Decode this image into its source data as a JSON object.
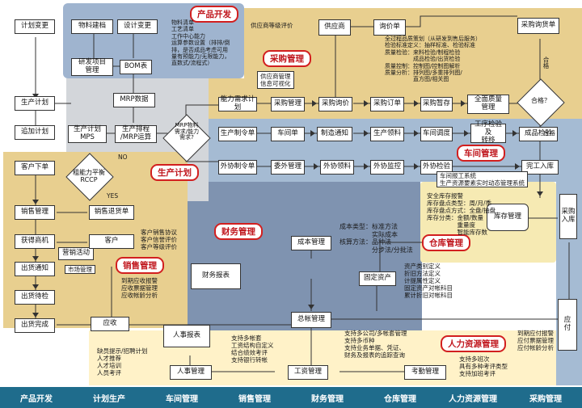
{
  "colors": {
    "product_dev": "#9fb4cf",
    "plan": "#d3d6da",
    "procure": "#e8cf8f",
    "workshop": "#a5bbd3",
    "finance": "#7f93b0",
    "sales": "#e8cf8f",
    "hr": "#fff2c8",
    "warehouse": "#f6eab3",
    "bar": "#1f6c8c",
    "title_red": "#c0161d"
  },
  "titles": {
    "product_dev": "产品开发",
    "procurement": "采购管理",
    "production_plan": "生产计划",
    "workshop": "车间管理",
    "finance": "财务管理",
    "warehouse": "仓库管理",
    "sales": "销售管理",
    "hr": "人力资源管理"
  },
  "boxes": {
    "plan_change": "计划变更",
    "material_bom": "物料建档",
    "design_change": "设计变更",
    "rd_project": "研发项目\n管理",
    "bom": "BOM表",
    "mrp_data": "MRP数据",
    "production_plan": "生产计划",
    "add_plan": "追加计划",
    "mps": "生产计划\nMPS",
    "schedule_mrp": "生产排程\n/MRP运算",
    "customer_order": "客户下单",
    "sales_mgmt": "销售管理",
    "sales_return": "销售退货单",
    "opportunity": "获得商机",
    "marketing": "营销活动",
    "customer": "客户",
    "out_mgmt": "出货通知",
    "out_wait": "出货待检",
    "out_done": "出货完成",
    "receivable": "应收",
    "supplier": "供应商",
    "inquiry": "询价单",
    "purchase_quote": "采购询货单",
    "capacity_plan": "能力需求计划",
    "purchase_mgmt": "采购管理",
    "purchase_inquiry": "采购询价",
    "purchase_order": "采购订单",
    "purchase_hold": "采购暂存",
    "full_quality": "全面质量\n管理",
    "prod_order": "生产制令单",
    "workshop_order": "车间单",
    "manufacture_notice": "制造通知",
    "prod_material": "生产领料",
    "workshop_dispatch": "车间调度",
    "process_check": "工序检验及\n转移",
    "finished_check": "成品检验",
    "outsource_order": "外协制令单",
    "outsource_manage": "委外管理",
    "outsource_material": "外协领料",
    "outsource_monitor": "外协监控",
    "outsource_check": "外协检验",
    "finished_in": "完工入库",
    "purchase_in": "采购\n入库",
    "inventory": "库存管理",
    "cost_mgmt": "成本管理",
    "fixed_asset": "固定资产",
    "finance_report": "财务报表",
    "general_ledger": "总帐管理",
    "payable": "应\n付",
    "hr_report": "人事报表",
    "hr_mgmt": "人事管理",
    "payroll": "工资管理",
    "attendance": "考勤管理"
  },
  "diamonds": {
    "rccp": "粗能力平衡\nRCCP",
    "mrp_material": "MRP物料\n需求/能力\n需求?",
    "qualified": "合格？"
  },
  "labels": {
    "supplier_eval": "供应商等级评价",
    "supplier_mgmt": "供应商管理\n信息可视化",
    "qualified1": "合格",
    "qualified2": "合格",
    "no": "NO",
    "yes": "YES",
    "market_mgmt": "市场管理",
    "workshop_report": "车间报工系统\n生产资源要素实时动态管理系统"
  },
  "notes": {
    "product_dev": "物料清单\n工艺清单\n工作中心能力\n运算参数设置（排排/倒\n排，是否成品考虑可用\n量有预能力/无限能力，\n直数式/流程式）",
    "procurement": "全过程品质策划（从研发到售后服务）\n检验标准定义：抽样标准、检验标准\n质量检验：来料检验/制程检验\n　　　　　成品检验/出货检验\n质量控制：控制图/控制图解析\n质量分析：排列图/多重排列图/\n　　　　　直方图/相关图",
    "warehouse": "安全库存报警\n库存盘点类型：周/月/季\n库存盘点方式：全盘/抽盘\n库存分类：金额/数量\n　　　　　重量度\n　　　　　智能库存数",
    "cost": "成本类型：标准方法\n　　　　　实际成本\n核算方法：品种法\n　　　　　分步法/分批法",
    "fixed": "资产类别定义\n折旧方法定义\n计提属性定义\n固定资产对帐科目\n累计折旧对帐科目",
    "sales": "客户销售协议\n客户信誉评价\n客户等级评价",
    "receivable": "到期应收报警\n应收票据管理\n应收帐龄分析",
    "gl": "支持多帐套\n工资结构自定义\n结合绩效考评\n支持银行转帐",
    "gl2": "支持多公司/多帐套管理\n支持多币种\n支持业务单据、凭证、\n财务及报表的追踪查询",
    "payable": "到期应付报警\n应付票据管理\n应付帐龄分析",
    "hr": "缺员提示/招聘计划\n人才推荐\n人才培训\n人员考评",
    "attendance": "支持多班次\n具有多种考评类型\n支持加班考评"
  },
  "bottom_bar": [
    "产品开发",
    "计划生产",
    "车间管理",
    "销售管理",
    "财务管理",
    "仓库管理",
    "人力资源管理",
    "采购管理"
  ]
}
